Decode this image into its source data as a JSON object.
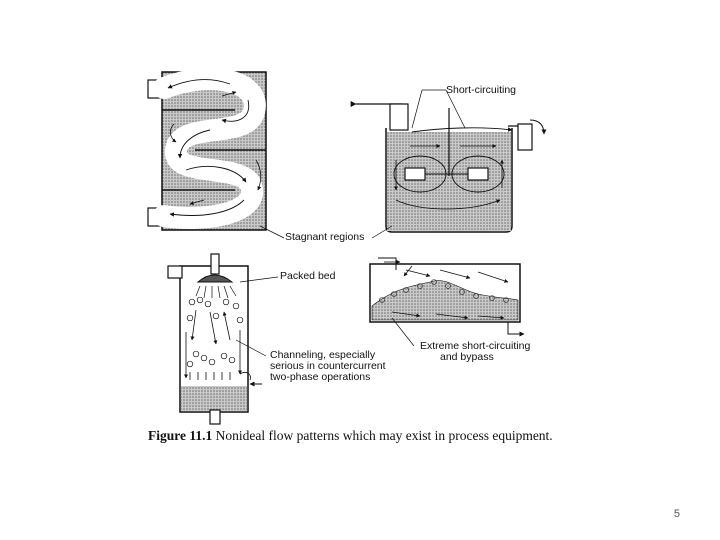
{
  "labels": {
    "short_circuiting": "Short-circuiting",
    "stagnant_regions": "Stagnant regions",
    "packed_bed": "Packed bed",
    "channeling_line1": "Channeling, especially",
    "channeling_line2": "serious in countercurrent",
    "channeling_line3": "two-phase operations",
    "extreme_line1": "Extreme short-circuiting",
    "extreme_line2": "and bypass"
  },
  "caption": {
    "figure_label": "Figure 11.1",
    "text": "Nonideal flow patterns which may exist in process equipment."
  },
  "page_number": "5",
  "colors": {
    "stipple": "#8c8c8c",
    "ink": "#1a1a1a"
  }
}
